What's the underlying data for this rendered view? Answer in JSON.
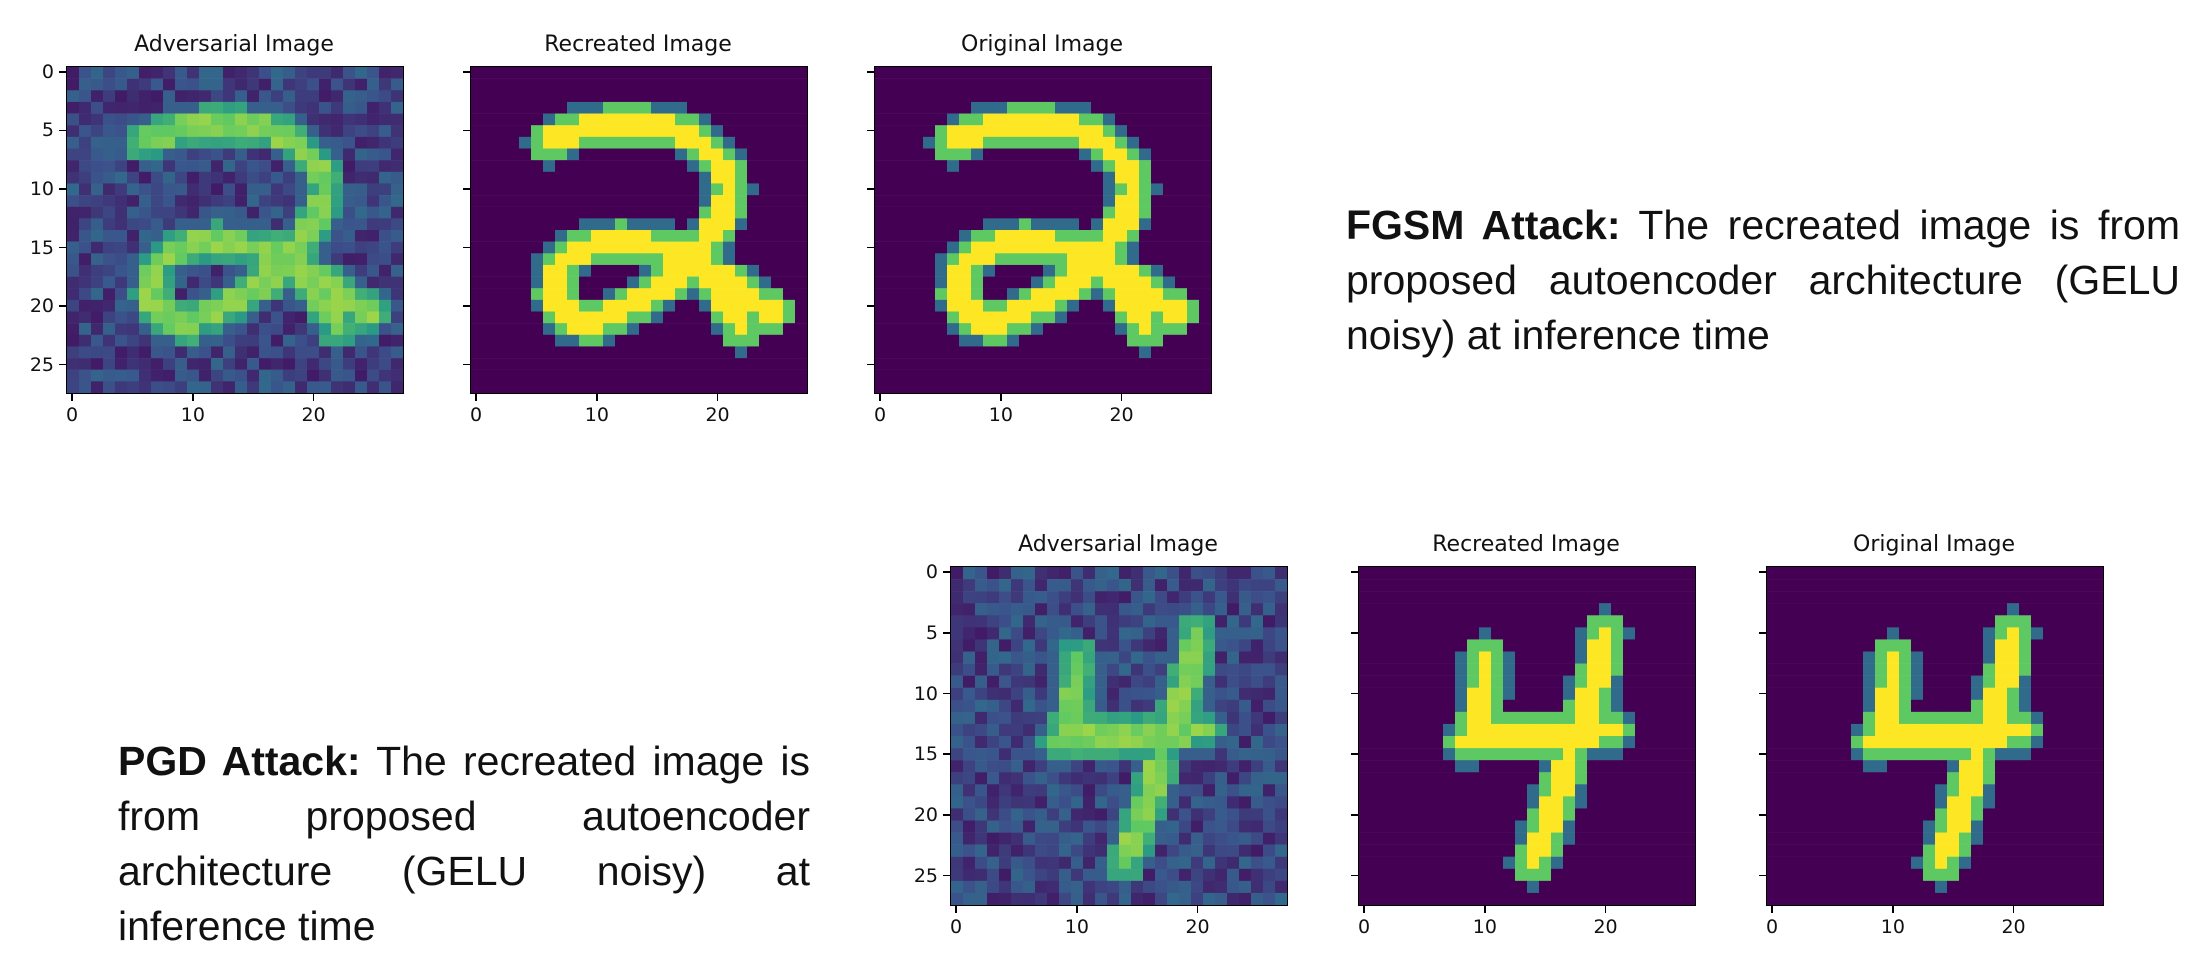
{
  "fgsm": {
    "heading": "FGSM Attack:",
    "body": " The recreated image is from proposed autoencoder architecture (GELU noisy) at inference time"
  },
  "pgd": {
    "heading": "PGD Attack:",
    "body": " The recreated image is from proposed autoencoder architecture (GELU noisy) at inference time"
  },
  "colors": {
    "background_dark": "#440154",
    "noise_blue": "#3b528b",
    "stroke_green": "#5ec962",
    "stroke_yellow": "#fde725"
  },
  "chart_data": [
    {
      "type": "heatmap",
      "title": "Adversarial Image",
      "xticks": [
        "0",
        "10",
        "20"
      ],
      "yticks": [
        "0",
        "5",
        "10",
        "15",
        "20",
        "25"
      ],
      "grid_size": [
        28,
        28
      ],
      "content": "digit 2 with adversarial noise",
      "group": "fgsm"
    },
    {
      "type": "heatmap",
      "title": "Recreated Image",
      "xticks": [
        "0",
        "10",
        "20"
      ],
      "yticks": [],
      "grid_size": [
        28,
        28
      ],
      "content": "digit 2",
      "group": "fgsm"
    },
    {
      "type": "heatmap",
      "title": "Original Image",
      "xticks": [
        "0",
        "10",
        "20"
      ],
      "yticks": [],
      "grid_size": [
        28,
        28
      ],
      "content": "digit 2",
      "group": "fgsm"
    },
    {
      "type": "heatmap",
      "title": "Adversarial Image",
      "xticks": [
        "0",
        "10",
        "20"
      ],
      "yticks": [
        "0",
        "5",
        "10",
        "15",
        "20",
        "25"
      ],
      "grid_size": [
        28,
        28
      ],
      "content": "digit 4 with adversarial noise",
      "group": "pgd"
    },
    {
      "type": "heatmap",
      "title": "Recreated Image",
      "xticks": [
        "0",
        "10",
        "20"
      ],
      "yticks": [],
      "grid_size": [
        28,
        28
      ],
      "content": "digit 4",
      "group": "pgd"
    },
    {
      "type": "heatmap",
      "title": "Original Image",
      "xticks": [
        "0",
        "10",
        "20"
      ],
      "yticks": [],
      "grid_size": [
        28,
        28
      ],
      "content": "digit 4",
      "group": "pgd"
    }
  ]
}
